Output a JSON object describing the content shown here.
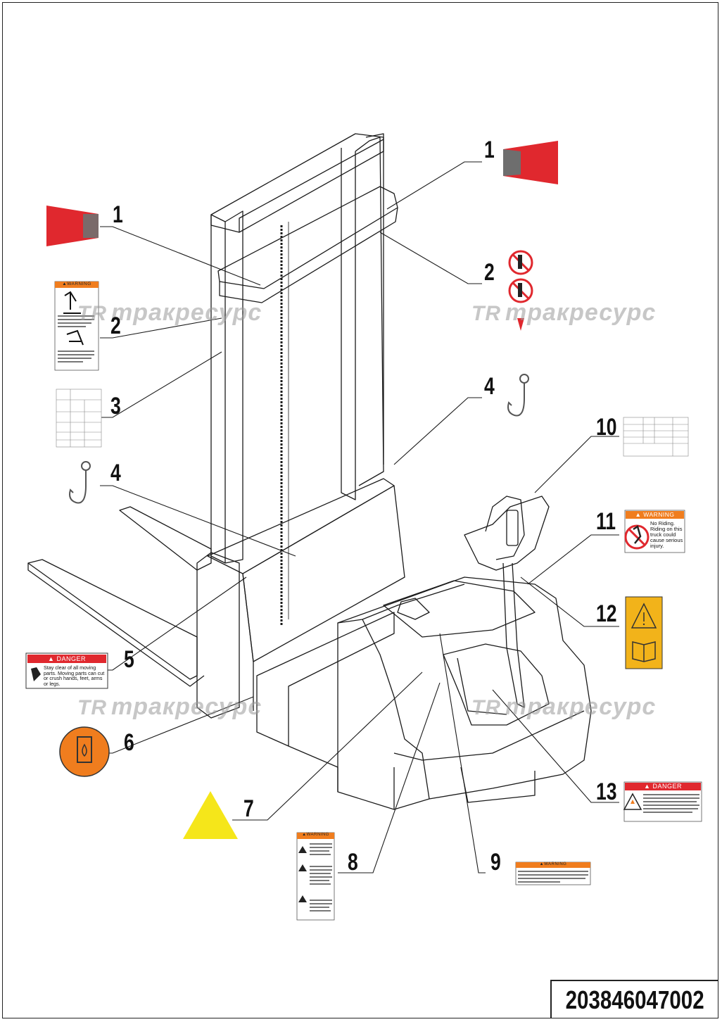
{
  "part_number": "203846047002",
  "watermark": {
    "logo": "TR",
    "text": "тракресурс"
  },
  "callouts": [
    "1",
    "1",
    "2",
    "2",
    "3",
    "4",
    "4",
    "5",
    "6",
    "7",
    "8",
    "9",
    "10",
    "11",
    "12",
    "13"
  ],
  "labels": {
    "danger_5": {
      "header": "DANGER",
      "text": "Stay clear of all moving parts. Moving parts can cut or crush hands, feet, arms or legs."
    },
    "warning_11": {
      "header": "WARNING",
      "text": "No Riding. Riding on this truck could cause serious injury."
    },
    "danger_13": {
      "header": "DANGER"
    },
    "warning_2": {
      "header": "WARNING"
    },
    "warning_8": {
      "header": "WARNING"
    },
    "warning_9": {
      "header": "WARNING"
    }
  },
  "colors": {
    "red": "#e0282e",
    "orange": "#f07d1e",
    "yellow": "#f5e61a",
    "amber": "#f2b31a",
    "line": "#1a1a1a"
  }
}
